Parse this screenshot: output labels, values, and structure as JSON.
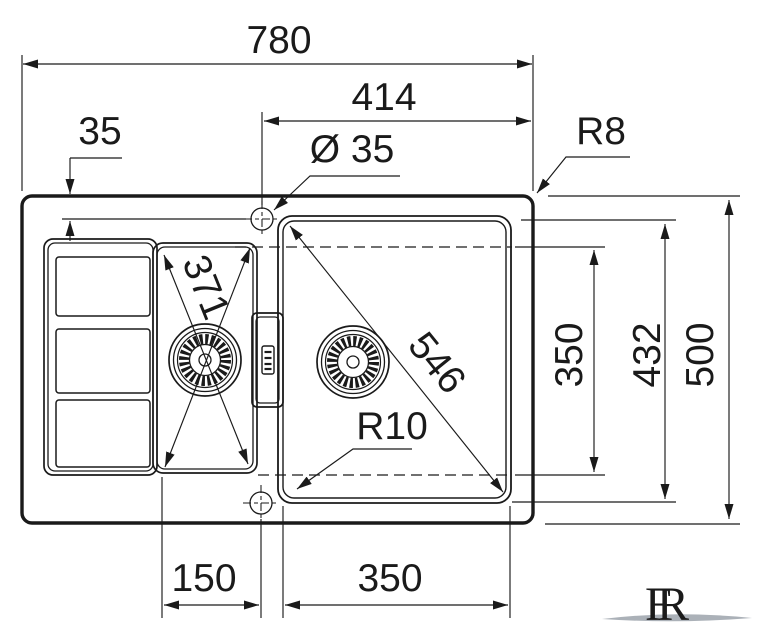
{
  "drawing": {
    "title": "sink-technical-drawing",
    "labels": {
      "overall_width": "780",
      "faucet_offset_right": "414",
      "faucet_edge_distance": "35",
      "faucet_hole_diameter": "Ø 35",
      "outer_corner_radius": "R8",
      "small_bowl_diagonal": "371",
      "main_bowl_diagonal": "546",
      "bowl_corner_radius": "R10",
      "bowl_inner_depth": "350",
      "bowl_outer_length": "432",
      "overall_depth": "500",
      "small_bowl_center_offset": "150",
      "main_bowl_width": "350"
    },
    "logo": {
      "letter_f": "F",
      "letter_r": "R"
    },
    "colors": {
      "line": "#1a1a1a",
      "logo": "#2b3546",
      "swoosh": "#9ca3ab",
      "background": "#ffffff"
    }
  }
}
